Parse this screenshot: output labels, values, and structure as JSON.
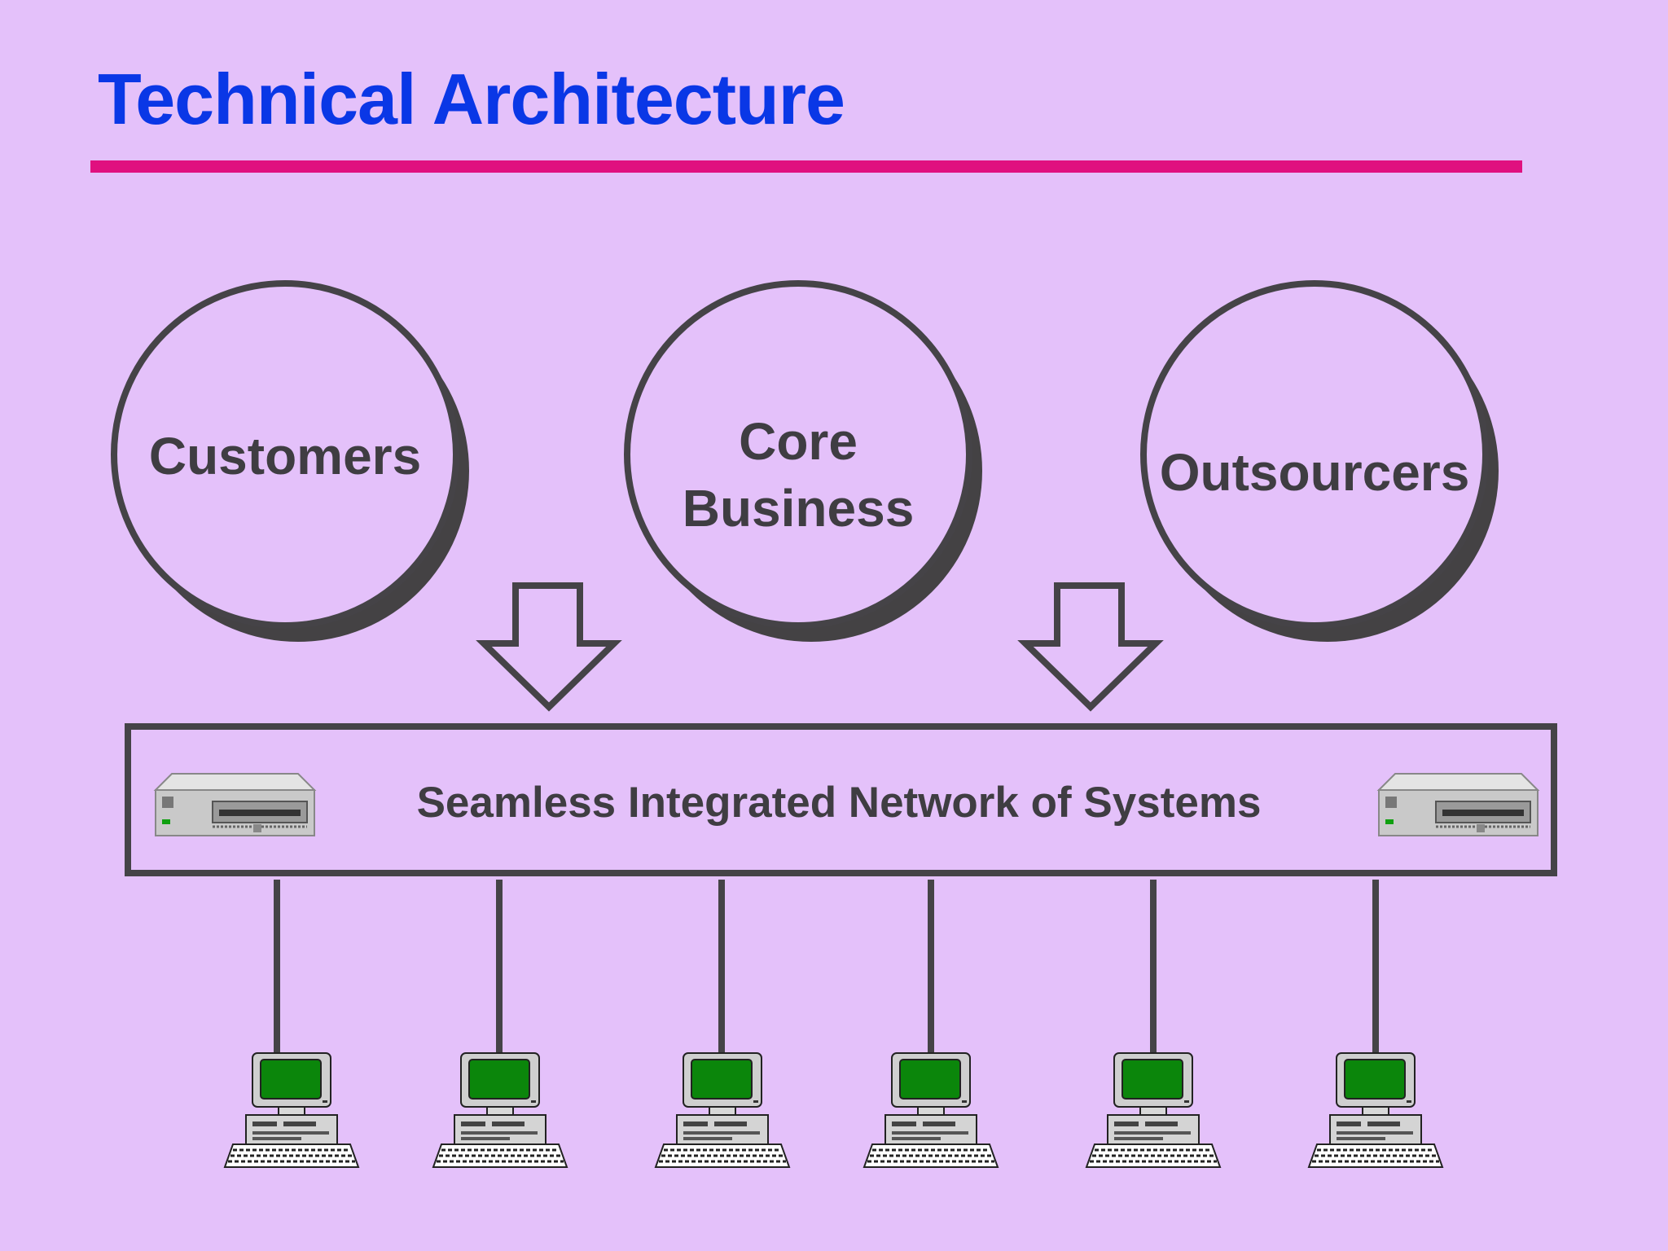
{
  "slide": {
    "title": "Technical Architecture"
  },
  "diagram": {
    "circles": [
      {
        "id": "customers",
        "label": "Customers"
      },
      {
        "id": "core-business",
        "label": "Core Business",
        "lines": [
          "Core",
          "Business"
        ]
      },
      {
        "id": "outsourcers",
        "label": "Outsourcers"
      }
    ],
    "network": {
      "label": "Seamless Integrated Network of Systems"
    },
    "workstation_count": 6,
    "colors": {
      "background": "#e4c1fa",
      "title": "#0a37e6",
      "rule": "#e0107f",
      "stroke": "#454347",
      "text": "#3f3d42",
      "screen": "#0b860b"
    }
  }
}
